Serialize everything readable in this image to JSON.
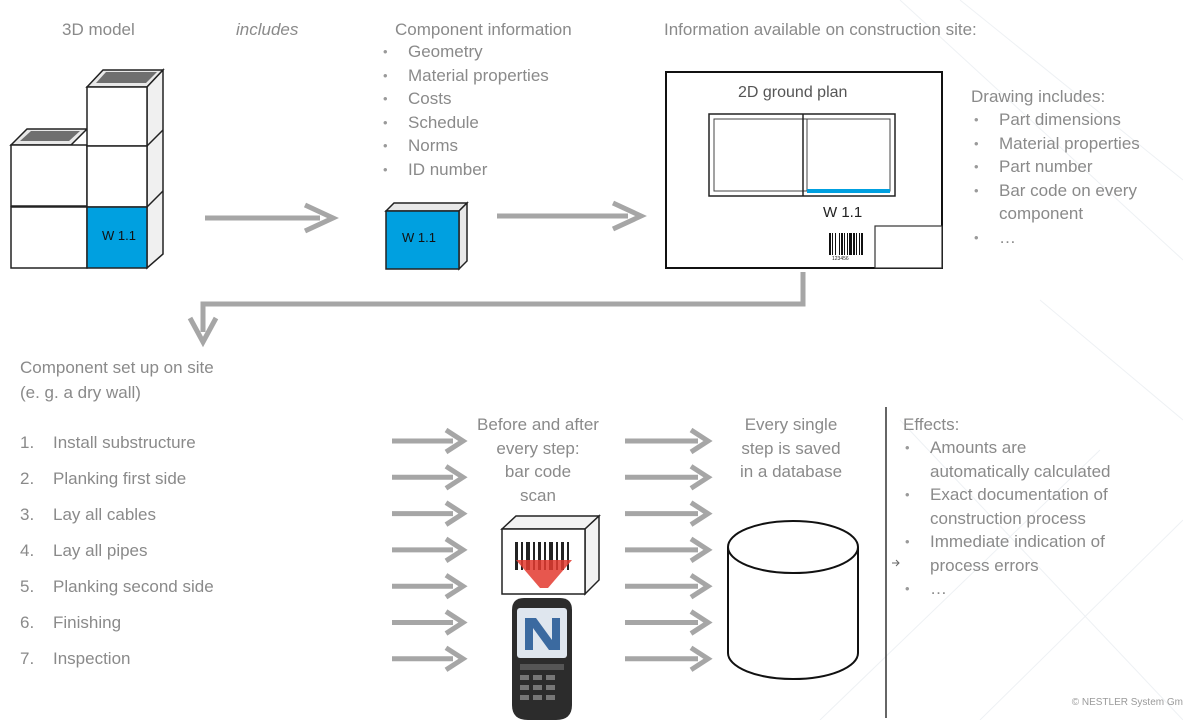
{
  "top": {
    "model_label": "3D model",
    "includes_label": "includes",
    "component_info": {
      "title": "Component information",
      "items": [
        "Geometry",
        "Material properties",
        "Costs",
        "Schedule",
        "Norms",
        "ID number"
      ]
    },
    "site_info_title": "Information available on construction site:",
    "plan_title": "2D ground plan",
    "plan_tag": "W 1.1",
    "barcode_number": "123456",
    "drawing": {
      "title": "Drawing includes:",
      "items": [
        "Part dimensions",
        "Material properties",
        "Part number",
        "Bar code on every",
        "component",
        "…"
      ]
    },
    "component_tag": "W 1.1",
    "model_tag": "W 1.1"
  },
  "bottom": {
    "setup_title_1": "Component set up on site",
    "setup_title_2": "(e. g. a dry wall)",
    "steps": [
      {
        "num": "1.",
        "label": "Install substructure"
      },
      {
        "num": "2.",
        "label": "Planking first side"
      },
      {
        "num": "3.",
        "label": "Lay all cables"
      },
      {
        "num": "4.",
        "label": "Lay all pipes"
      },
      {
        "num": "5.",
        "label": "Planking second side"
      },
      {
        "num": "6.",
        "label": "Finishing"
      },
      {
        "num": "7.",
        "label": "Inspection"
      }
    ],
    "scan_text": [
      "Before and after",
      "every step:",
      "bar code",
      "scan"
    ],
    "db_text": [
      "Every single",
      "step is saved",
      "in a database"
    ],
    "effects": {
      "title": "Effects:",
      "items": [
        "Amounts are",
        "automatically calculated",
        "Exact documentation of",
        "construction process",
        "Immediate indication of",
        "process errors",
        "…"
      ]
    },
    "copyright": "© NESTLER System Gm"
  },
  "colors": {
    "accent_blue": "#00a0e0",
    "arrow_gray": "#a6a6a6",
    "cube_top": "#6f6f6f"
  }
}
